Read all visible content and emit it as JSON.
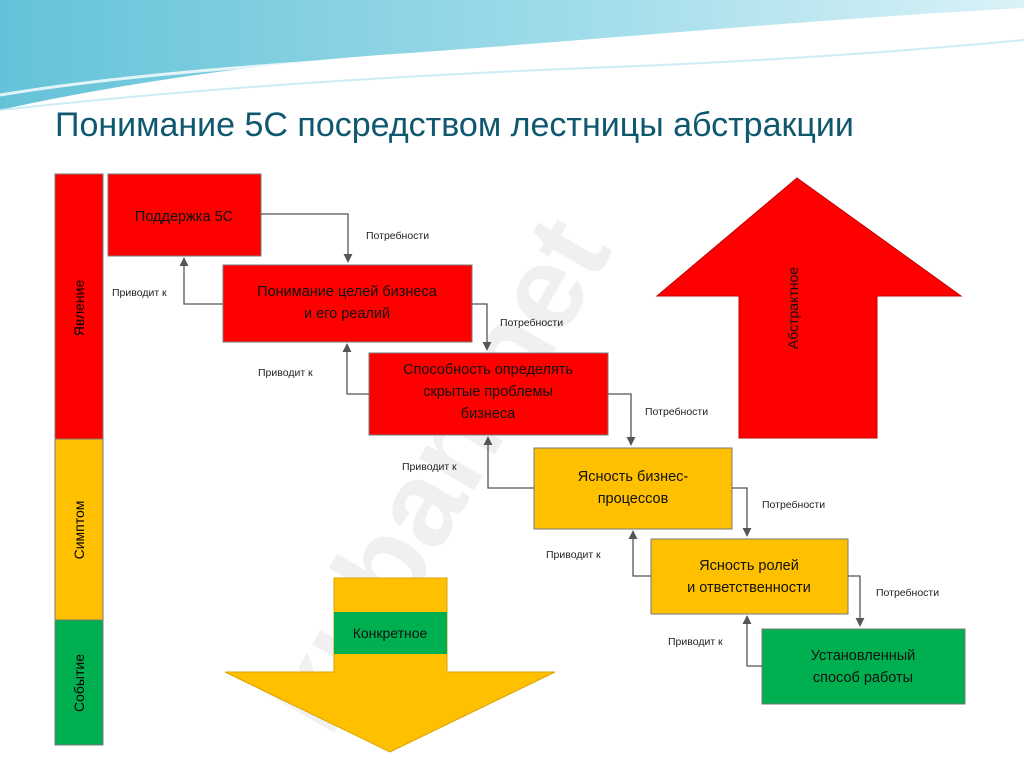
{
  "title": "Понимание 5С посредством лестницы абстракции",
  "colors": {
    "red": "#ff0000",
    "amber": "#ffc000",
    "green": "#00b050",
    "title": "#0f5870"
  },
  "levels": [
    {
      "label": "Явление",
      "color": "#ff0000"
    },
    {
      "label": "Симптом",
      "color": "#ffc000"
    },
    {
      "label": "Событие",
      "color": "#00b050"
    }
  ],
  "boxes": [
    {
      "lines": [
        "Поддержка 5С"
      ],
      "color": "#ff0000"
    },
    {
      "lines": [
        "Понимание целей бизнеса",
        "и его реалий"
      ],
      "color": "#ff0000"
    },
    {
      "lines": [
        "Способность определять",
        "скрытые проблемы",
        "бизнеса"
      ],
      "color": "#ff0000"
    },
    {
      "lines": [
        "Ясность бизнес-",
        "процессов"
      ],
      "color": "#ffc000"
    },
    {
      "lines": [
        "Ясность ролей",
        "и ответственности"
      ],
      "color": "#ffc000"
    },
    {
      "lines": [
        "Установленный",
        "способ работы"
      ],
      "color": "#00b050"
    }
  ],
  "needs_label": "Потребности",
  "leads_label": "Приводит к",
  "abstract_label": "Абстрактное",
  "concrete_label": "Конкретное",
  "watermark": "kuban.net"
}
